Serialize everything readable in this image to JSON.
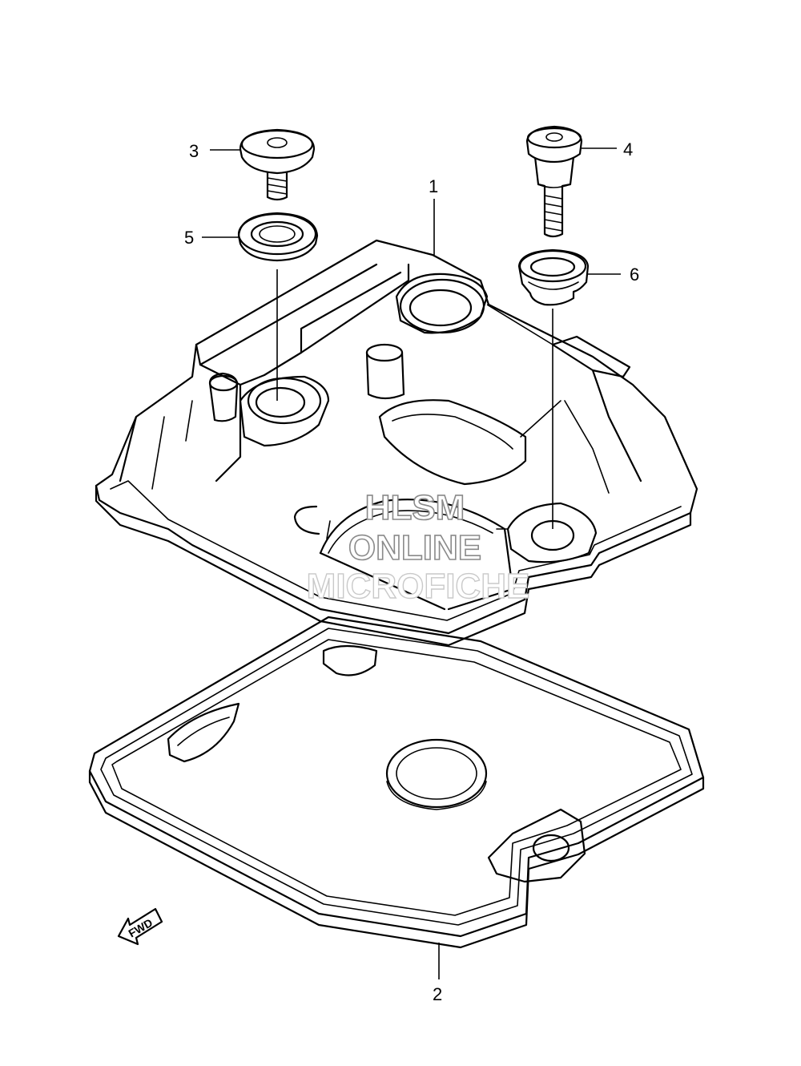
{
  "callouts": {
    "c1": "1",
    "c2": "2",
    "c3": "3",
    "c4": "4",
    "c5": "5",
    "c6": "6"
  },
  "watermark": {
    "line1": "HLSM",
    "line2": "ONLINE",
    "line3": "MICROFICHE"
  },
  "direction_label": "FWD"
}
